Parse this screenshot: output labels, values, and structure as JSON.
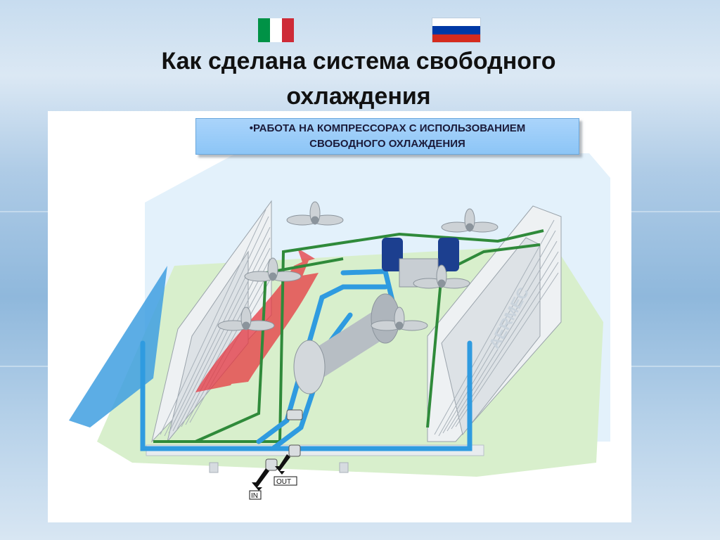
{
  "header": {
    "title_line1": "Как сделана система свободного",
    "title_line2": "охлаждения"
  },
  "flags": {
    "italy": [
      "#009246",
      "#ffffff",
      "#ce2b37"
    ],
    "russia": [
      "#ffffff",
      "#0039a6",
      "#d52b1e"
    ]
  },
  "caption": {
    "line1": "•РАБОТА НА КОМПРЕССОРАХ С ИСПОЛЬЗОВАНИЕМ",
    "line2": "СВОБОДНОГО ОХЛАЖДЕНИЯ"
  },
  "diagram": {
    "brand": "AERMEC",
    "port_in": "IN",
    "port_out": "OUT",
    "colors": {
      "water_pipe": "#2f9be0",
      "refrigerant_pipe": "#2f8a3a",
      "airflow": "#e8323c",
      "compressor": "#1c3f8f",
      "tank": "#c9ced3",
      "coil": "#e6e9ec"
    }
  }
}
